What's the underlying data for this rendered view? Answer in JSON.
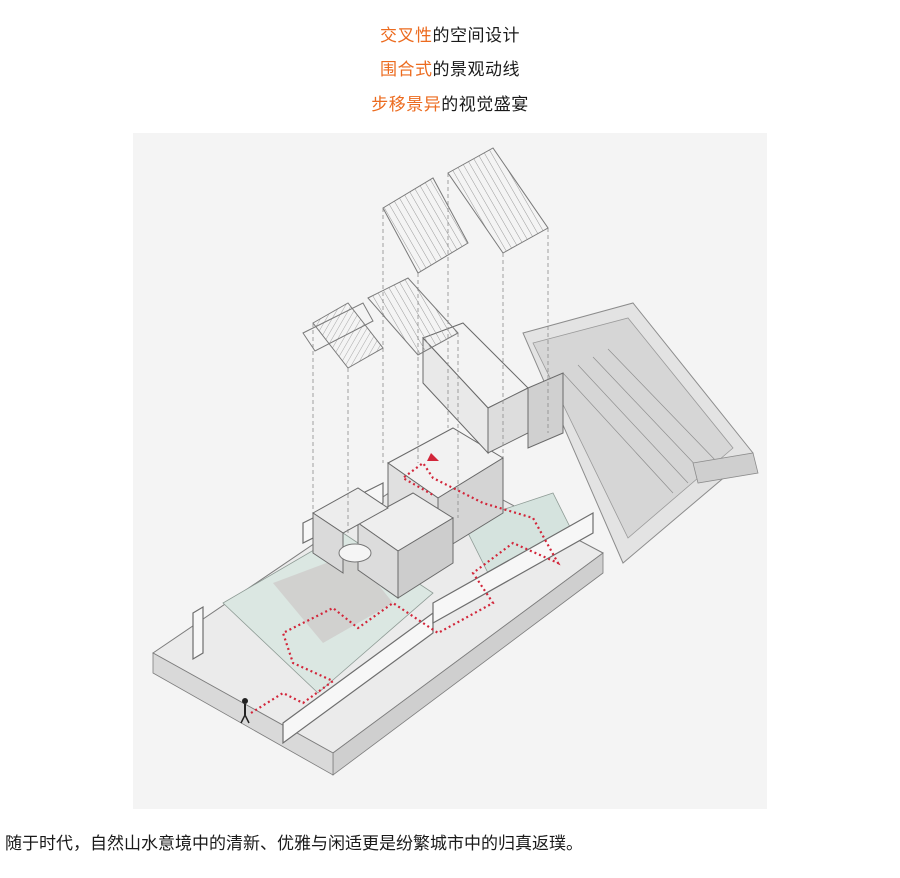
{
  "heading": {
    "line1": {
      "highlight": "交叉性",
      "rest": "的空间设计"
    },
    "line2": {
      "highlight": "围合式",
      "rest": "的景观动线"
    },
    "line3": {
      "highlight": "步移景异",
      "rest": "的视觉盛宴"
    }
  },
  "illustration": {
    "image": "exploded-axonometric-building-diagram",
    "colors": {
      "accent": "#ec6b1f",
      "route": "#d2263a",
      "background": "#f4f4f4"
    }
  },
  "caption": "随于时代，自然山水意境中的清新、优雅与闲适更是纷繁城市中的归真返璞。"
}
